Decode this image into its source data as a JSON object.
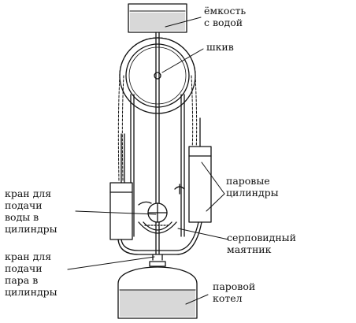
{
  "labels": {
    "tank": [
      "ёмкость",
      "с водой"
    ],
    "pulley": [
      "шкив"
    ],
    "steam_cylinders": [
      "паровые",
      "цилиндры"
    ],
    "water_valve": [
      "кран для",
      "подачи",
      "воды в",
      "цилиндры"
    ],
    "pendulum": [
      "серповидный",
      "маятник"
    ],
    "steam_valve": [
      "кран для",
      "подачи",
      "пара в",
      "цилиндры"
    ],
    "boiler": [
      "паровой",
      "котел"
    ]
  },
  "colors": {
    "ink": "#111111",
    "paper": "#ffffff",
    "shade": "#d8d8d8"
  }
}
